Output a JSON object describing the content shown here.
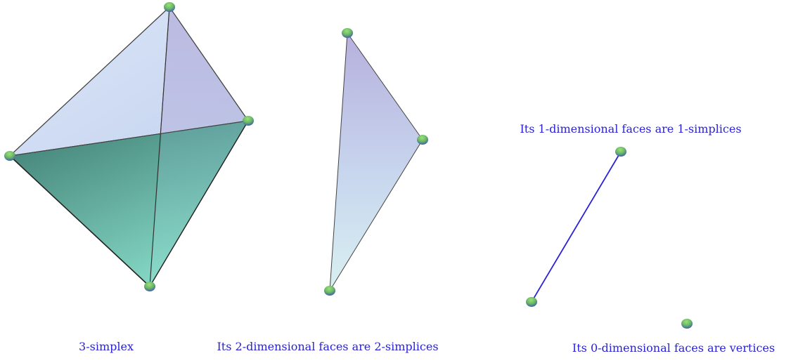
{
  "labels": {
    "three_simplex": "3-simplex",
    "two_faces": "Its 2-dimensional faces are 2-simplices",
    "one_faces": "Its 1-dimensional faces are 1-simplices",
    "zero_faces": "Its 0-dimensional faces are vertices"
  },
  "colors": {
    "caption": "#2a22d8",
    "edge_line": "#2a22d8",
    "vertex_top": "#7ccf5a",
    "vertex_bottom": "#4a6fb0",
    "face_light": "#c9d7f0",
    "face_lavender": "#b7b3de",
    "face_teal_dark": "#3f7f75",
    "face_teal_light": "#8fe0cf"
  }
}
